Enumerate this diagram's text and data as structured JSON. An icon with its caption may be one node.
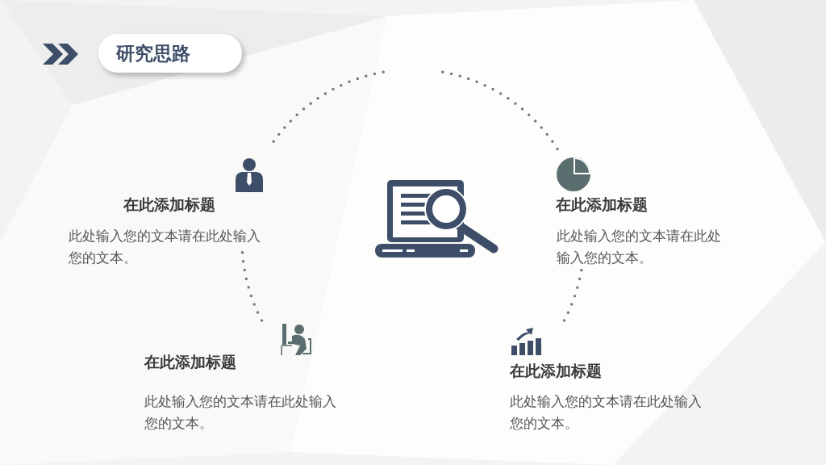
{
  "diagram": {
    "title": "研究思路",
    "labels": [
      "在此添加标题",
      "此处输入您的文本请在此处输入您的文本。",
      "在此添加标题",
      "此处输入您的文本请在此处输入您的文本。",
      "在此添加标题",
      "此处输入您的文本请在此处输入您的文本。",
      "在此添加标题",
      "此处输入您的文本请在此处输入您的文本。"
    ]
  }
}
